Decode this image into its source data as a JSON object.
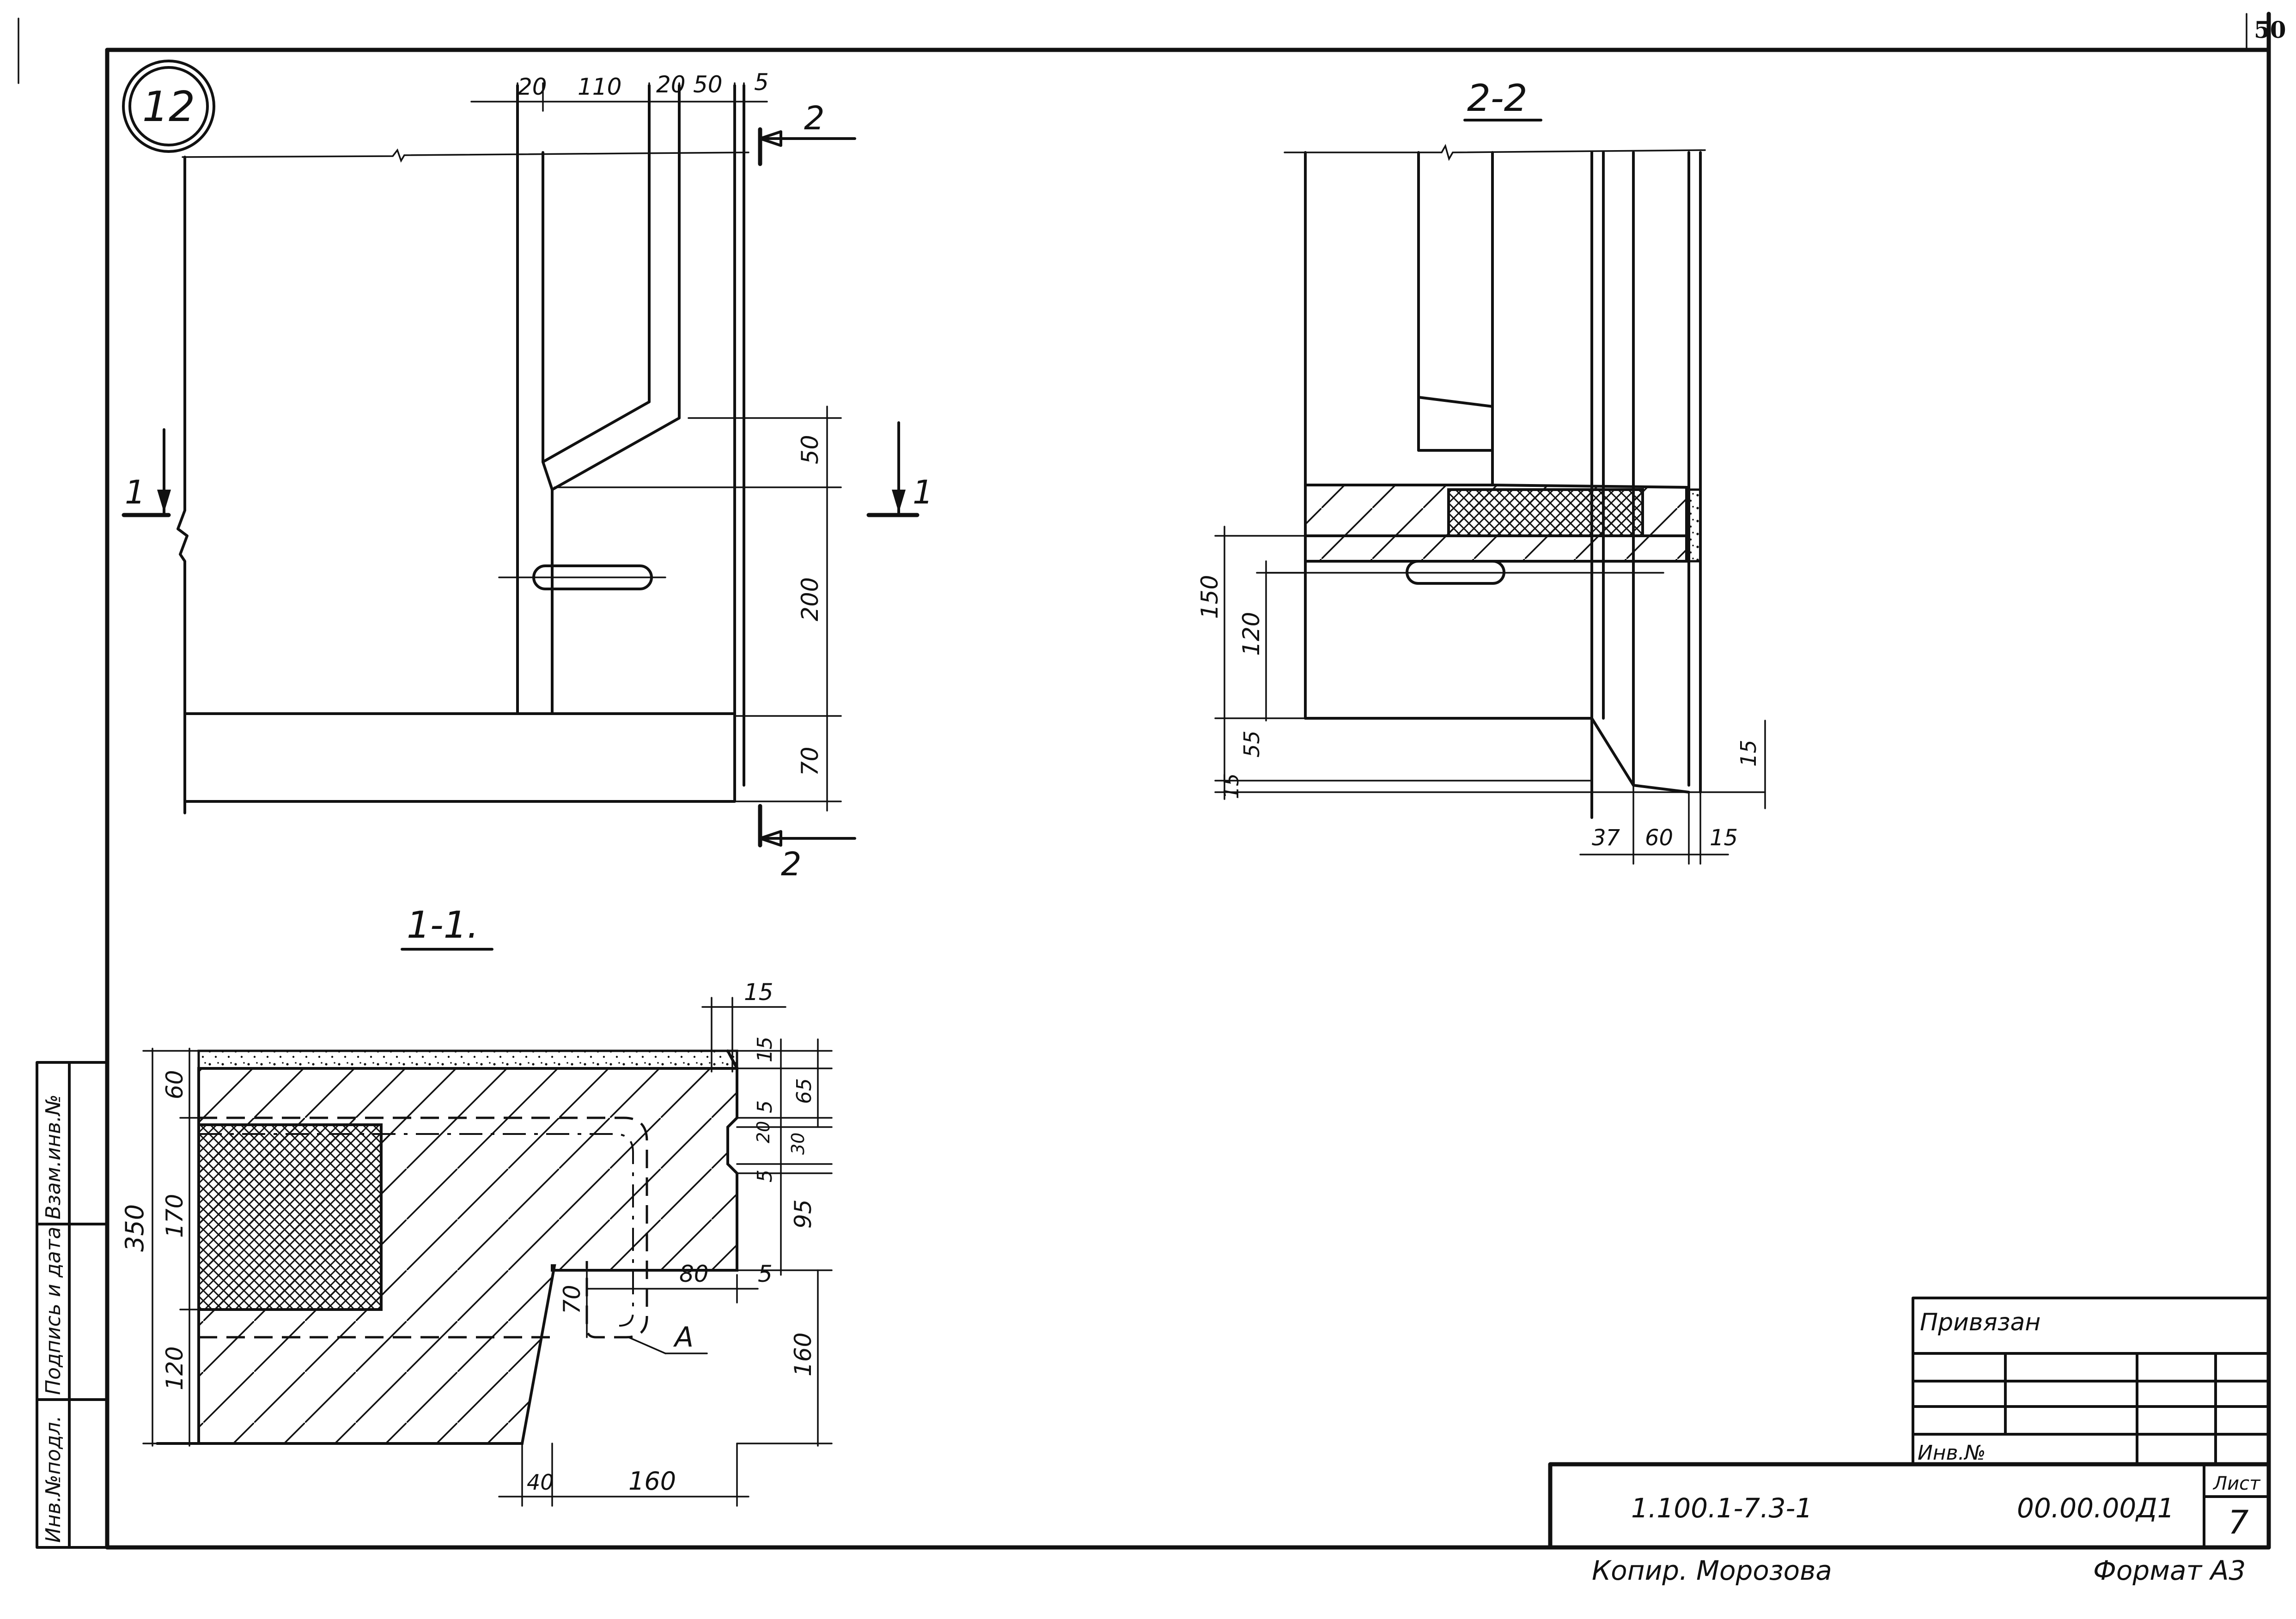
{
  "sheet_number": "50",
  "node_number": "12",
  "elevation": {
    "dims_top": [
      "20",
      "110",
      "20",
      "50",
      "5"
    ],
    "dims_right": [
      "50",
      "200",
      "70"
    ],
    "cut_1": "1",
    "cut_2": "2"
  },
  "section_1_1": {
    "title": "1-1.",
    "dims_left": [
      "60",
      "170",
      "120",
      "350"
    ],
    "dims_right": [
      "15",
      "15",
      "65",
      "5",
      "20",
      "30",
      "5",
      "95",
      "160"
    ],
    "dims_inner": [
      "70",
      "80",
      "5"
    ],
    "dims_bottom": [
      "40",
      "160"
    ],
    "callout": "A"
  },
  "section_2_2": {
    "title": "2-2",
    "dims_left": [
      "150",
      "120",
      "55",
      "15"
    ],
    "dims_bottom": [
      "37",
      "60",
      "15"
    ],
    "dims_right": [
      "15"
    ]
  },
  "stamp": {
    "privyazan": "Привязан",
    "inv_no": "Инв.№",
    "doc_code": "1.100.1-7.3-1",
    "doc_number": "00.00.00Д1",
    "sheet_label": "Лист",
    "sheet_value": "7"
  },
  "side_stamp": [
    "Инв.№подл.",
    "Подпись и дата",
    "Взам.инв.№"
  ],
  "footer": {
    "copied": "Копир. Морозова",
    "format": "Формат А3"
  }
}
